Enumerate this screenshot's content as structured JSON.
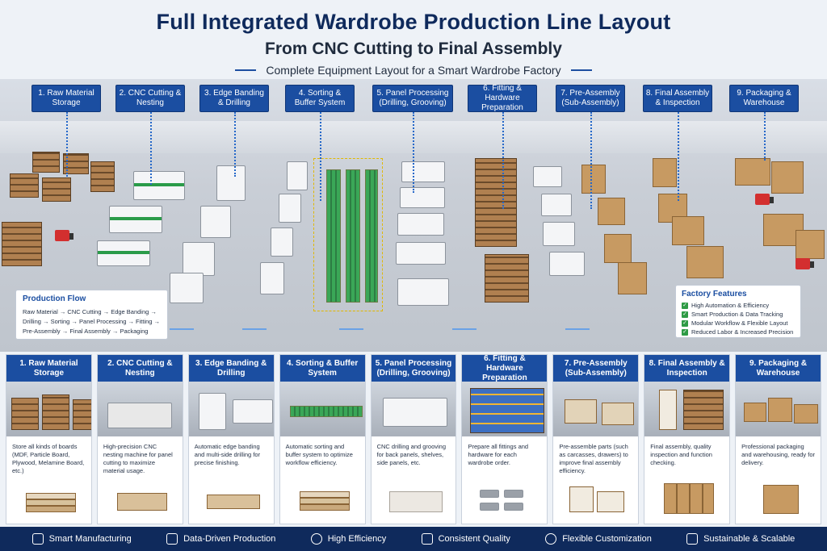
{
  "header": {
    "title": "Full Integrated Wardrobe Production Line Layout",
    "subtitle": "From CNC Cutting to Final Assembly",
    "tagline": "Complete Equipment Layout for a Smart Wardrobe Factory"
  },
  "steps": [
    {
      "label": "1. Raw Material Storage",
      "card_title": "1. Raw Material Storage",
      "description": "Store all kinds of boards (MDF, Particle Board, Plywood, Melamine Board, etc.)"
    },
    {
      "label": "2. CNC Cutting & Nesting",
      "card_title": "2. CNC Cutting & Nesting",
      "description": "High-precision CNC nesting machine for panel cutting to maximize material usage."
    },
    {
      "label": "3. Edge Banding & Drilling",
      "card_title": "3. Edge Banding & Drilling",
      "description": "Automatic edge banding and multi-side drilling for precise finishing."
    },
    {
      "label": "4. Sorting & Buffer System",
      "card_title": "4. Sorting & Buffer System",
      "description": "Automatic sorting and buffer system to optimize workflow efficiency."
    },
    {
      "label": "5. Panel Processing (Drilling, Grooving)",
      "card_title": "5. Panel Processing (Drilling, Grooving)",
      "description": "CNC drilling and grooving for back panels, shelves, side panels, etc."
    },
    {
      "label": "6. Fitting & Hardware Preparation",
      "card_title": "6. Fitting & Hardware Preparation",
      "description": "Prepare all fittings and hardware for each wardrobe order."
    },
    {
      "label": "7. Pre-Assembly (Sub-Assembly)",
      "card_title": "7. Pre-Assembly (Sub-Assembly)",
      "description": "Pre-assemble parts (such as carcasses, drawers) to improve final assembly efficiency."
    },
    {
      "label": "8. Final Assembly & Inspection",
      "card_title": "8. Final Assembly & Inspection",
      "description": "Final assembly, quality inspection and function checking."
    },
    {
      "label": "9. Packaging & Warehouse",
      "card_title": "9. Packaging & Warehouse",
      "description": "Professional packaging and warehousing, ready for delivery."
    }
  ],
  "production_flow": {
    "title": "Production Flow",
    "lines": [
      "Raw Material → CNC Cutting → Edge Banding →",
      "Drilling → Sorting → Panel Processing → Fitting →",
      "Pre-Assembly → Final Assembly → Packaging"
    ]
  },
  "factory_features": {
    "title": "Factory Features",
    "items": [
      "High Automation & Efficiency",
      "Smart Production & Data Tracking",
      "Modular Workflow & Flexible Layout",
      "Reduced Labor & Increased Precision"
    ]
  },
  "footer": [
    {
      "label": "Smart Manufacturing",
      "icon": "factory-icon"
    },
    {
      "label": "Data-Driven Production",
      "icon": "bar-chart-icon"
    },
    {
      "label": "High Efficiency",
      "icon": "clock-icon"
    },
    {
      "label": "Consistent Quality",
      "icon": "shield-check-icon"
    },
    {
      "label": "Flexible Customization",
      "icon": "gear-icon"
    },
    {
      "label": "Sustainable & Scalable",
      "icon": "leaf-icon"
    }
  ],
  "colors": {
    "brand_navy": "#0f2a5c",
    "step_blue": "#1b4ea1",
    "check_green": "#2e9b45",
    "conveyor_green": "#3aa757",
    "forklift_red": "#d32f2f"
  }
}
